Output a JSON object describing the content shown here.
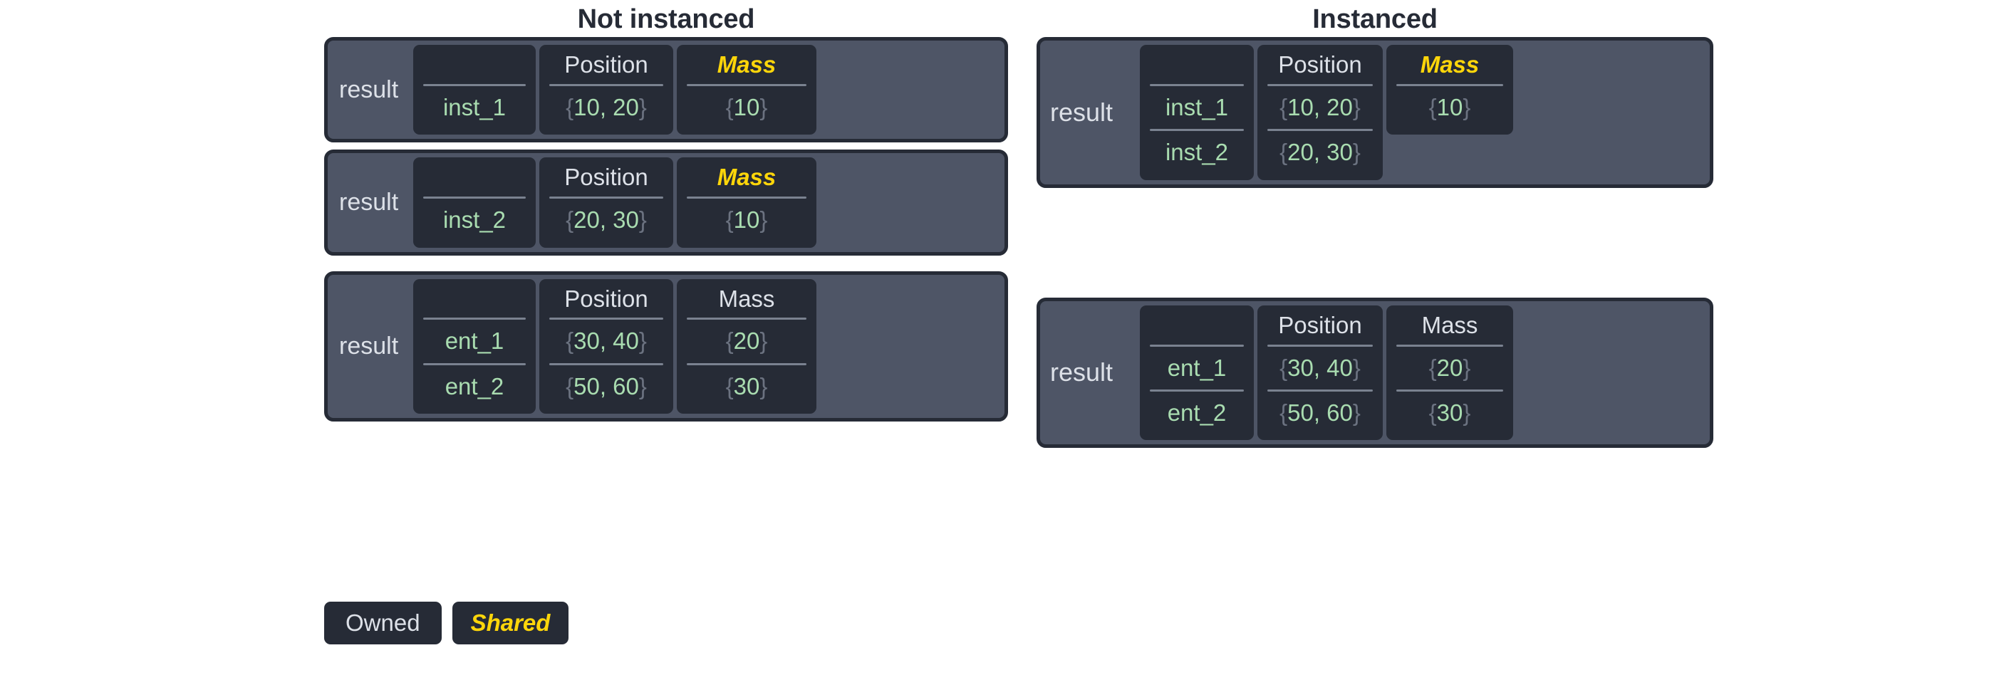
{
  "colors": {
    "page_background": "#ffffff",
    "title_text": "#262b36",
    "block_background": "#4e5566",
    "block_border": "#262b36",
    "card_background": "#262b36",
    "owned_text": "#dde1e8",
    "shared_text": "#ffd60a",
    "value_text": "#a9dcb0",
    "brace_text": "#6b7280",
    "separator": "#7a8290"
  },
  "columns": [
    {
      "id": "not-instanced",
      "title": "Not instanced",
      "blocks": [
        {
          "result_label": "result",
          "mass_shared": true,
          "mass_spans_all_rows": true,
          "headers": {
            "name": "",
            "position": "Position",
            "mass": "Mass"
          },
          "rows": [
            {
              "name": "inst_1",
              "position": "{10, 20}",
              "mass": "{10}"
            }
          ]
        },
        {
          "result_label": "result",
          "mass_shared": true,
          "mass_spans_all_rows": true,
          "headers": {
            "name": "",
            "position": "Position",
            "mass": "Mass"
          },
          "rows": [
            {
              "name": "inst_2",
              "position": "{20, 30}",
              "mass": "{10}"
            }
          ]
        },
        {
          "result_label": "result",
          "mass_shared": false,
          "mass_spans_all_rows": true,
          "headers": {
            "name": "",
            "position": "Position",
            "mass": "Mass"
          },
          "rows": [
            {
              "name": "ent_1",
              "position": "{30, 40}",
              "mass": "{20}"
            },
            {
              "name": "ent_2",
              "position": "{50, 60}",
              "mass": "{30}"
            }
          ]
        }
      ]
    },
    {
      "id": "instanced",
      "title": "Instanced",
      "blocks": [
        {
          "result_label": "result",
          "mass_shared": true,
          "mass_spans_all_rows": false,
          "headers": {
            "name": "",
            "position": "Position",
            "mass": "Mass"
          },
          "rows": [
            {
              "name": "inst_1",
              "position": "{10, 20}",
              "mass": "{10}"
            },
            {
              "name": "inst_2",
              "position": "{20, 30}",
              "mass": ""
            }
          ]
        },
        {
          "result_label": "result",
          "mass_shared": false,
          "mass_spans_all_rows": true,
          "headers": {
            "name": "",
            "position": "Position",
            "mass": "Mass"
          },
          "rows": [
            {
              "name": "ent_1",
              "position": "{30, 40}",
              "mass": "{20}"
            },
            {
              "name": "ent_2",
              "position": "{50, 60}",
              "mass": "{30}"
            }
          ]
        }
      ]
    }
  ],
  "legend": {
    "owned_label": "Owned",
    "shared_label": "Shared"
  }
}
